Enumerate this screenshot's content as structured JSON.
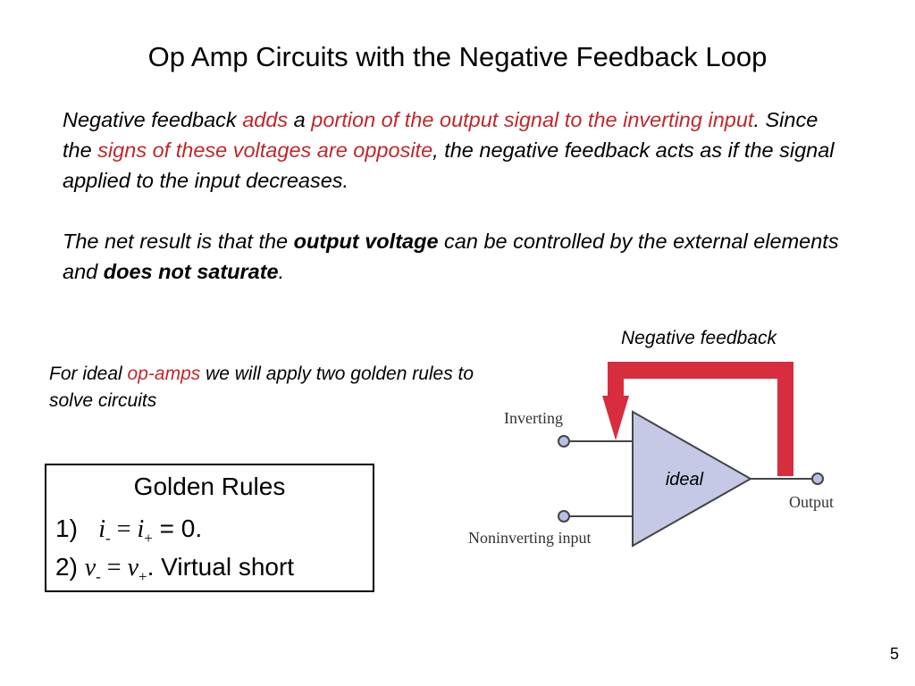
{
  "title": "Op Amp Circuits with the Negative Feedback Loop",
  "para1": {
    "t1": "Negative feedback ",
    "t2": "adds",
    "t3": " a ",
    "t4": "portion of the output signal to the inverting input",
    "t5": ".  Since the ",
    "t6": "signs of these voltages are opposite",
    "t7": ", the negative feedback acts as if the signal applied to the input decreases."
  },
  "para2": {
    "t1": "The net result is that the ",
    "t2": "output voltage",
    "t3": " can be controlled by the external elements and ",
    "t4": "does not saturate",
    "t5": "."
  },
  "note": {
    "t1": "For ideal ",
    "t2": "op-amps",
    "t3": " we will apply two golden rules to solve circuits"
  },
  "golden_rules": {
    "title": "Golden Rules",
    "rule1_num": "1)",
    "rule1_suffix": "= 0.",
    "rule2_num": "2)",
    "rule2_suffix": ".  Virtual short"
  },
  "diagram": {
    "feedback_label": "Negative feedback",
    "inverting_label": "Inverting",
    "noninverting_label": "Noninverting input",
    "output_label": "Output",
    "ideal_label": "ideal",
    "feedback_color": "#d72d3e",
    "opamp_fill": "#c5c9e6"
  },
  "page_number": "5"
}
